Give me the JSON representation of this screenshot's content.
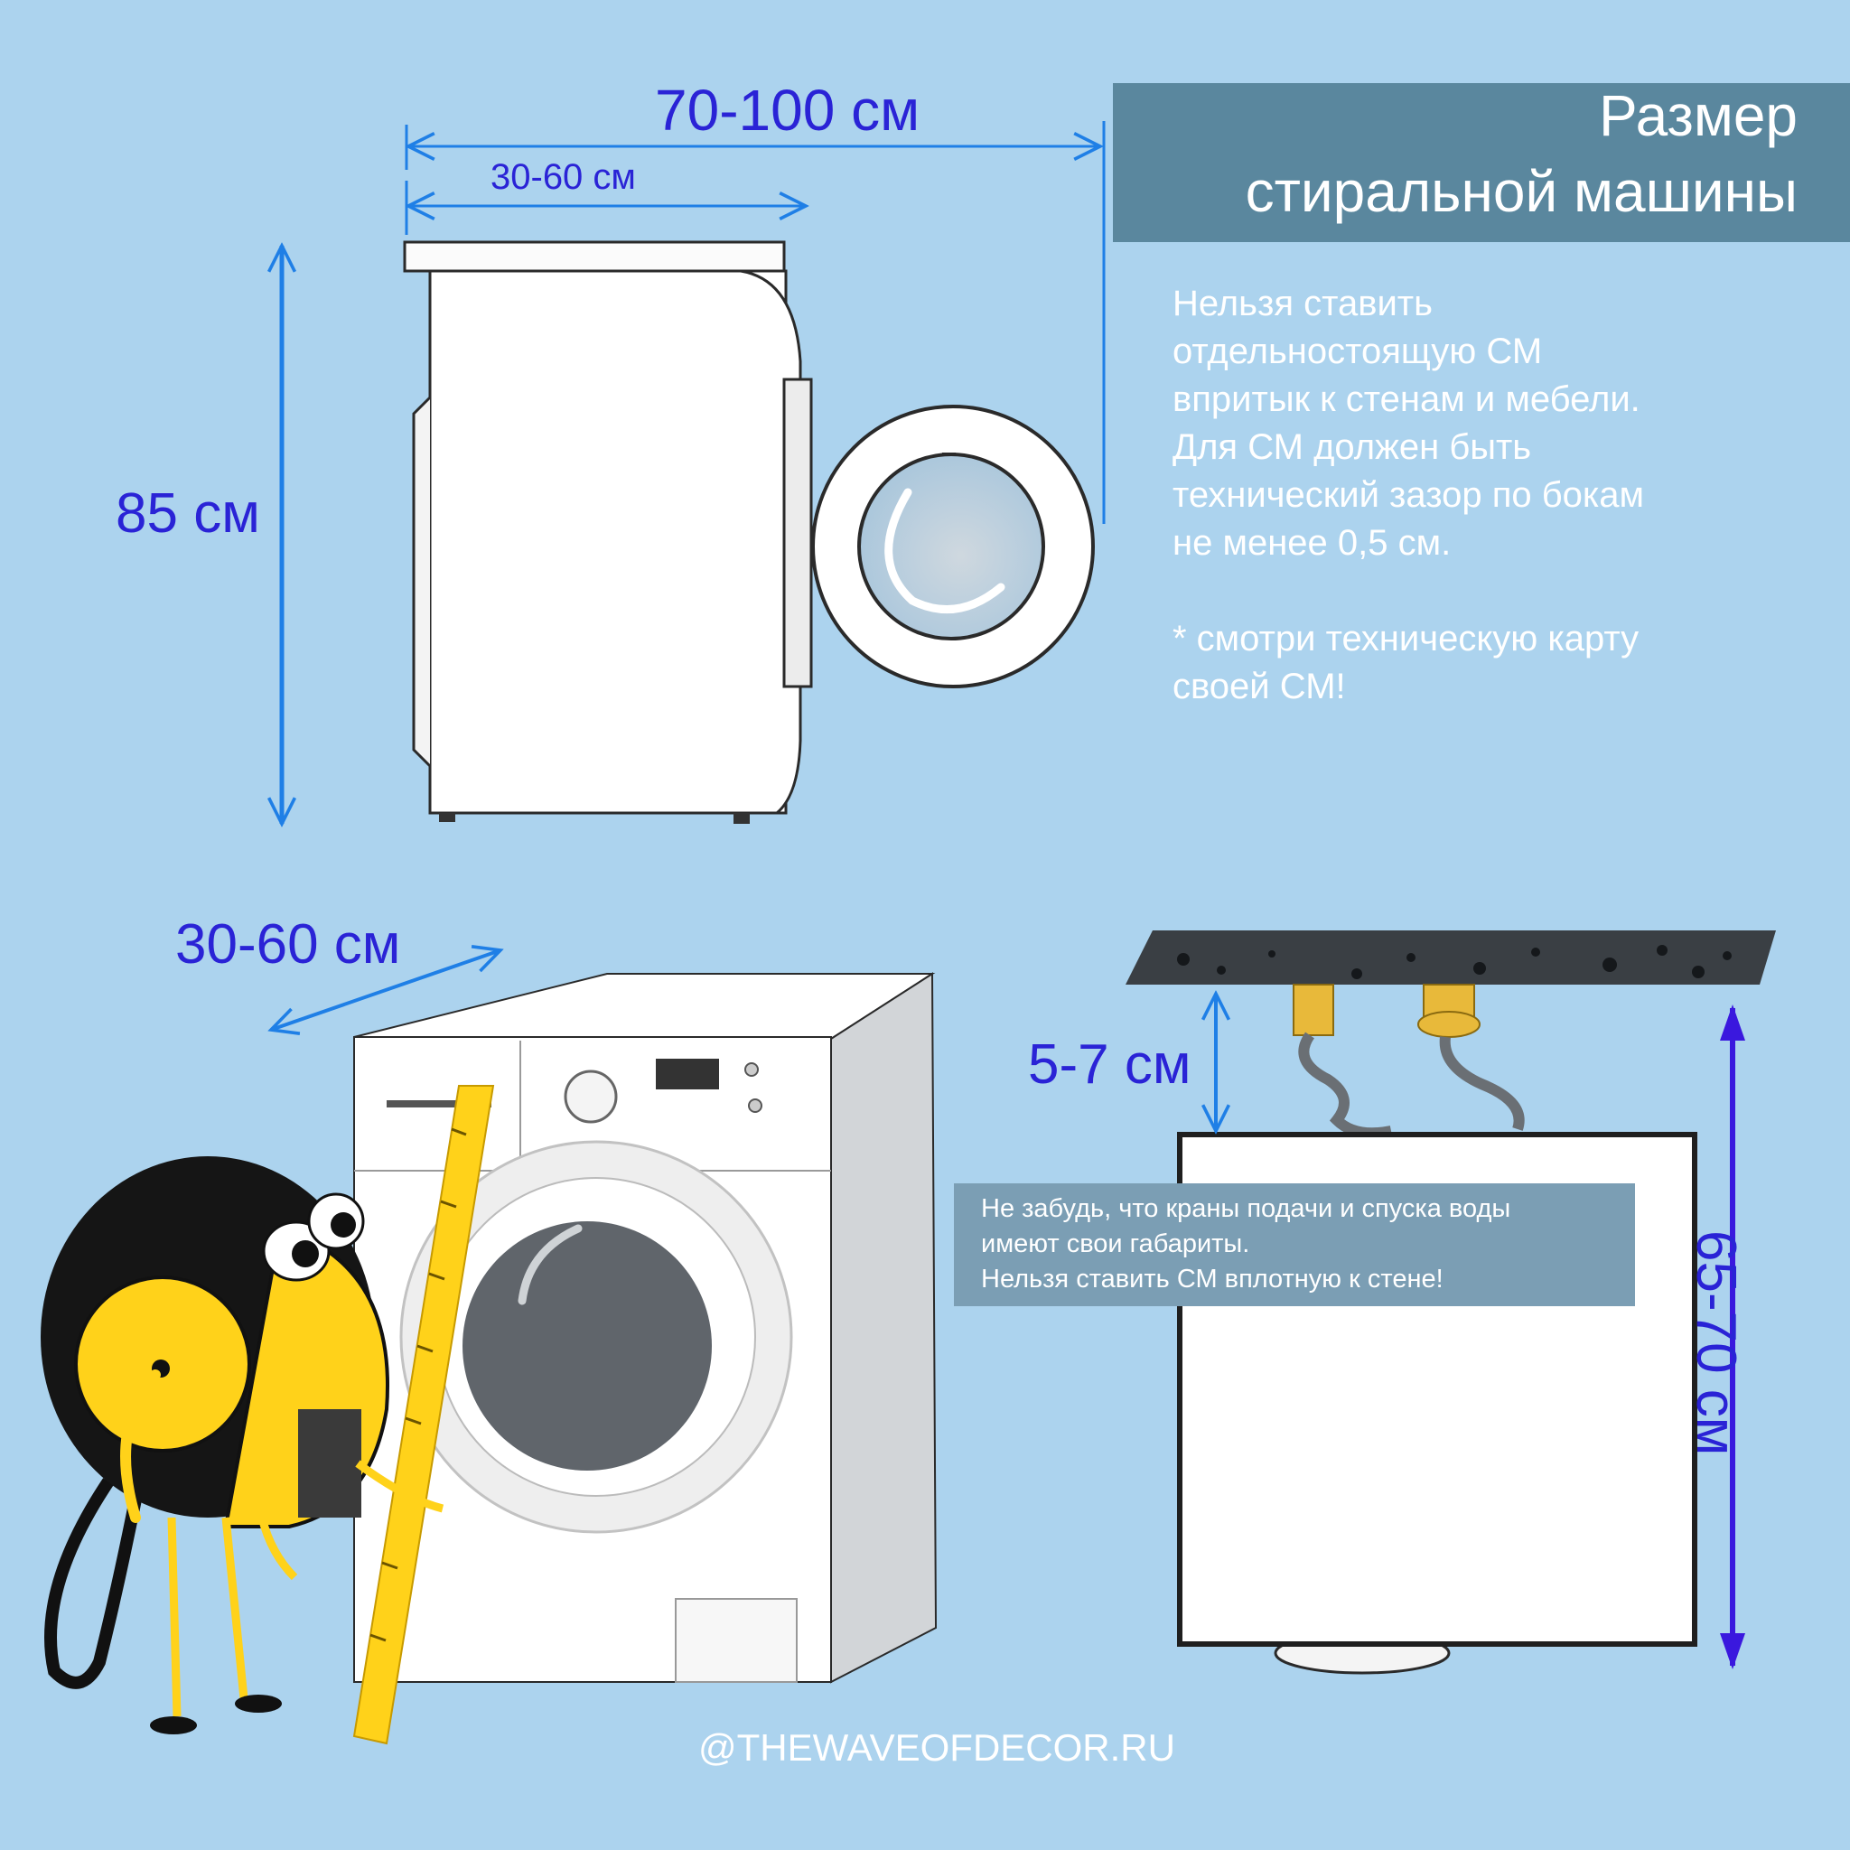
{
  "title": {
    "line1": "Размер",
    "line2": "стиральной машины"
  },
  "info_lines": [
    "Нельзя ставить",
    "отдельностоящую СМ",
    "впритык к стенам и мебели.",
    "Для СМ должен быть",
    "технический зазор по бокам",
    "не менее 0,5 см."
  ],
  "info_footnote": [
    "* смотри техническую карту",
    "своей СМ!"
  ],
  "dimensions": {
    "width_with_door": "70-100 см",
    "width_body": "30-60 см",
    "height": "85 см",
    "depth": "30-60 см",
    "gap_top": "5-7 см",
    "niche_height": "65-70 см"
  },
  "note_lines": [
    "Не забудь, что краны подачи и спуска воды",
    "имеют свои габариты.",
    "Нельзя ставить СМ вплотную к стене!"
  ],
  "footer": "@THEWAVEOFDECOR.RU",
  "colors": {
    "background": "#acd3ee",
    "title_bg": "#5a879e",
    "note_bg": "#7b9eb4",
    "arrow_blue": "#1f7fe6",
    "arrow_violet": "#3a18de",
    "dimension_text": "#2a23d6",
    "mascot_yellow": "#ffd21a"
  },
  "icons": [
    "washing-machine-side-icon",
    "washing-machine-front-icon",
    "tape-measure-mascot-icon",
    "water-tap-icon",
    "ruler-icon"
  ]
}
